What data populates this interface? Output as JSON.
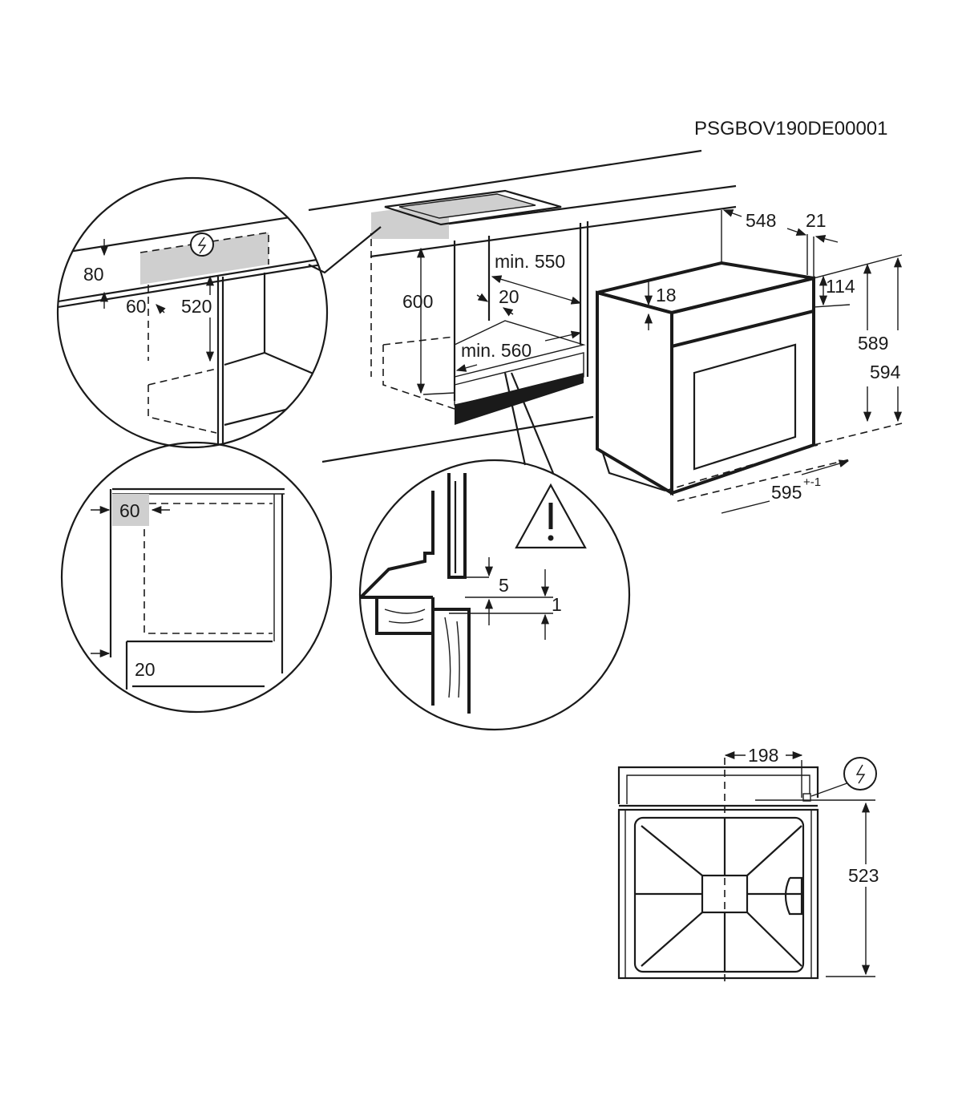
{
  "drawing_code": "PSGBOV190DE00001",
  "detail_hob_cutout": {
    "dim_80": "80",
    "dim_60": "60",
    "dim_520": "520",
    "icon": "electrical-connection-icon"
  },
  "cabinet": {
    "dim_600": "600",
    "dim_min550": "min. 550",
    "dim_20": "20",
    "dim_min560": "min. 560"
  },
  "oven": {
    "dim_548": "548",
    "dim_21": "21",
    "dim_114": "114",
    "dim_18": "18",
    "dim_589": "589",
    "dim_594": "594",
    "dim_595": "595",
    "tolerance_595": "+-1"
  },
  "detail_side": {
    "dim_60": "60",
    "dim_20": "20"
  },
  "detail_gap": {
    "dim_5": "5",
    "dim_1": "1",
    "icon": "warning-triangle-icon"
  },
  "bottom_view": {
    "dim_198": "198",
    "dim_523": "523",
    "icon": "electrical-connection-icon"
  },
  "colors": {
    "line": "#1a1a1a",
    "shade": "#cfcfcf"
  }
}
